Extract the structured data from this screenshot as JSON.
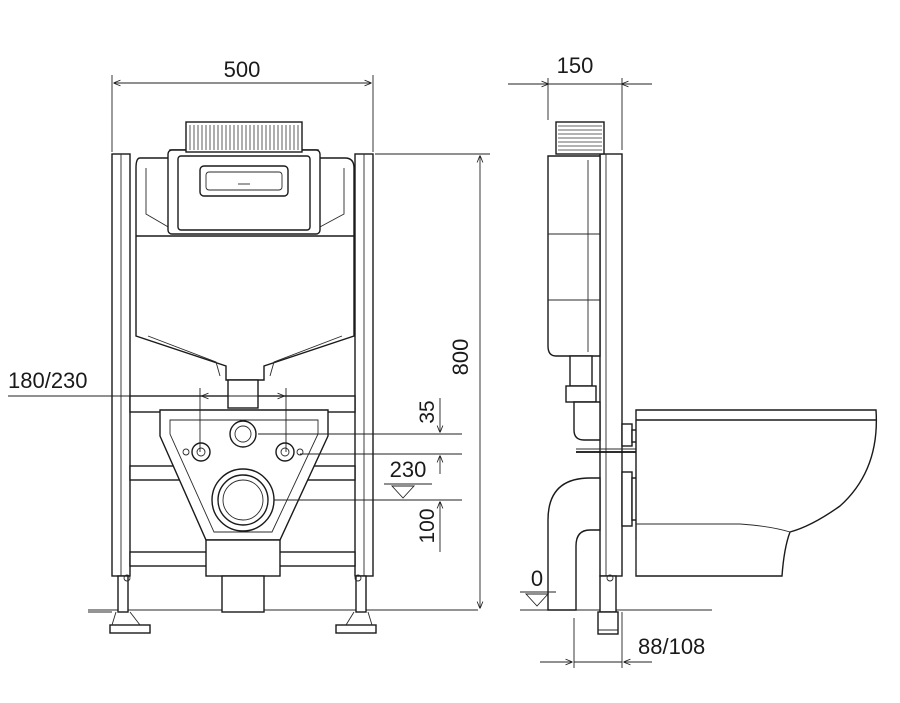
{
  "dimensions": {
    "width_front": "500",
    "depth_side": "150",
    "height": "800",
    "flush_spacing": "180/230",
    "inlet_offset": "35",
    "outlet_height": "230",
    "outlet_offset": "100",
    "floor_level": "0",
    "pipe_offset": "88/108"
  },
  "colors": {
    "line": "#1a1a1a",
    "background": "#ffffff"
  }
}
